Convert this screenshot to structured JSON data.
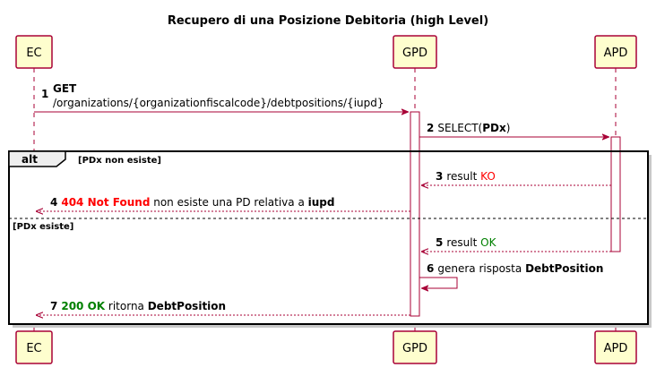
{
  "title": "Recupero di una Posizione Debitoria (high Level)",
  "participants": {
    "ec": "EC",
    "gpd": "GPD",
    "apd": "APD"
  },
  "messages": [
    {
      "num": "1",
      "line1": "GET",
      "line2": "/organizations/{organizationfiscalcode}/debtpositions/{iupd}"
    },
    {
      "num": "2",
      "pre": "SELECT(",
      "bold": "PDx",
      "post": ")"
    },
    {
      "num": "3",
      "pre": "result ",
      "status": "KO"
    },
    {
      "num": "4",
      "code": "404 Not Found",
      "mid": " non esiste una PD relativa a ",
      "bold": "iupd"
    },
    {
      "num": "5",
      "pre": "result ",
      "status": "OK"
    },
    {
      "num": "6",
      "pre": "genera risposta ",
      "bold": "DebtPosition"
    },
    {
      "num": "7",
      "code": "200 OK",
      "mid": " ritorna ",
      "bold": "DebtPosition"
    }
  ],
  "alt": {
    "keyword": "alt",
    "guard1": "[PDx non esiste]",
    "guard2": "[PDx esiste]"
  },
  "colors": {
    "arrow": "#A80036",
    "participant_fill": "#FEFECE",
    "error": "#FF0000",
    "success": "#008000"
  }
}
